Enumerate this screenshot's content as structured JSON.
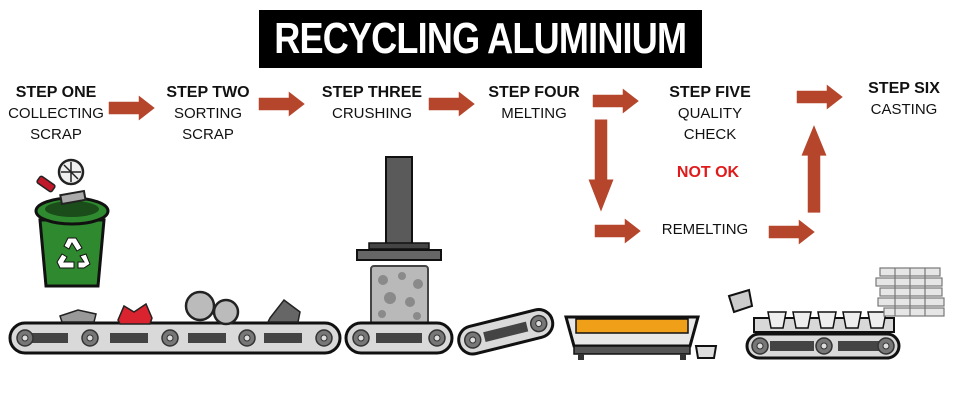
{
  "title": "RECYCLING ALUMINIUM",
  "steps": [
    {
      "heading": "STEP ONE",
      "text": "COLLECTING\nSCRAP"
    },
    {
      "heading": "STEP TWO",
      "text": "SORTING\nSCRAP"
    },
    {
      "heading": "STEP THREE",
      "text": "CRUSHING"
    },
    {
      "heading": "STEP FOUR",
      "text": "MELTING"
    },
    {
      "heading": "STEP FIVE",
      "text": "QUALITY\nCHECK"
    },
    {
      "heading": "STEP SIX",
      "text": "CASTING"
    }
  ],
  "not_ok_label": "NOT OK",
  "remelting_label": "REMELTING",
  "colors": {
    "arrow": "#b5462c",
    "bin_green": "#2f8a2f",
    "not_ok": "#e01a1a",
    "molten": "#f0a018"
  },
  "icons": [
    "recycle-bin-icon",
    "scrap-icon",
    "crusher-press-icon",
    "cube-icon",
    "furnace-icon",
    "ingot-mould-icon",
    "ingot-stack-icon",
    "conveyor-belt-icon"
  ]
}
